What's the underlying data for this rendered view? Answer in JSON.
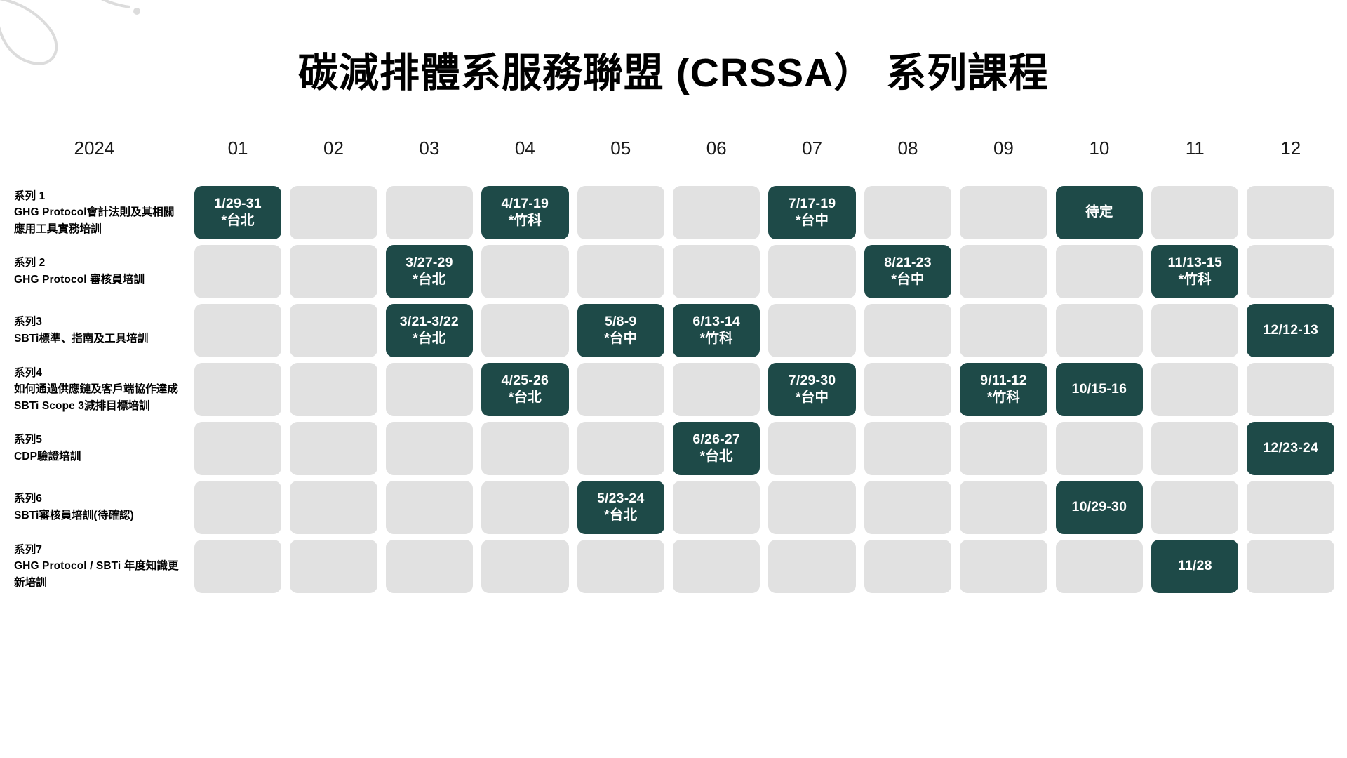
{
  "title": "碳減排體系服務聯盟 (CRSSA） 系列課程",
  "colors": {
    "accent": "#1e4a48",
    "empty_cell": "#e1e1e1",
    "background": "#ffffff",
    "text": "#000000"
  },
  "header": {
    "year_label": "2024",
    "months": [
      "01",
      "02",
      "03",
      "04",
      "05",
      "06",
      "07",
      "08",
      "09",
      "10",
      "11",
      "12"
    ]
  },
  "rows": [
    {
      "series": "系列 1",
      "desc": "GHG Protocol會計法則及其相關應用工具實務培訓",
      "cells": [
        {
          "filled": true,
          "line1": "1/29-31",
          "line2": "*台北"
        },
        {
          "filled": false,
          "line1": "",
          "line2": ""
        },
        {
          "filled": false,
          "line1": "",
          "line2": ""
        },
        {
          "filled": true,
          "line1": "4/17-19",
          "line2": "*竹科"
        },
        {
          "filled": false,
          "line1": "",
          "line2": ""
        },
        {
          "filled": false,
          "line1": "",
          "line2": ""
        },
        {
          "filled": true,
          "line1": "7/17-19",
          "line2": "*台中"
        },
        {
          "filled": false,
          "line1": "",
          "line2": ""
        },
        {
          "filled": false,
          "line1": "",
          "line2": ""
        },
        {
          "filled": true,
          "line1": "待定",
          "line2": ""
        },
        {
          "filled": false,
          "line1": "",
          "line2": ""
        },
        {
          "filled": false,
          "line1": "",
          "line2": ""
        }
      ]
    },
    {
      "series": "系列 2",
      "desc": "GHG Protocol 審核員培訓",
      "cells": [
        {
          "filled": false,
          "line1": "",
          "line2": ""
        },
        {
          "filled": false,
          "line1": "",
          "line2": ""
        },
        {
          "filled": true,
          "line1": "3/27-29",
          "line2": "*台北"
        },
        {
          "filled": false,
          "line1": "",
          "line2": ""
        },
        {
          "filled": false,
          "line1": "",
          "line2": ""
        },
        {
          "filled": false,
          "line1": "",
          "line2": ""
        },
        {
          "filled": false,
          "line1": "",
          "line2": ""
        },
        {
          "filled": true,
          "line1": "8/21-23",
          "line2": "*台中"
        },
        {
          "filled": false,
          "line1": "",
          "line2": ""
        },
        {
          "filled": false,
          "line1": "",
          "line2": ""
        },
        {
          "filled": true,
          "line1": "11/13-15",
          "line2": "*竹科"
        },
        {
          "filled": false,
          "line1": "",
          "line2": ""
        }
      ]
    },
    {
      "series": "系列3",
      "desc": "SBTi標準、指南及工具培訓",
      "cells": [
        {
          "filled": false,
          "line1": "",
          "line2": ""
        },
        {
          "filled": false,
          "line1": "",
          "line2": ""
        },
        {
          "filled": true,
          "line1": "3/21-3/22",
          "line2": "*台北"
        },
        {
          "filled": false,
          "line1": "",
          "line2": ""
        },
        {
          "filled": true,
          "line1": "5/8-9",
          "line2": "*台中"
        },
        {
          "filled": true,
          "line1": "6/13-14",
          "line2": "*竹科"
        },
        {
          "filled": false,
          "line1": "",
          "line2": ""
        },
        {
          "filled": false,
          "line1": "",
          "line2": ""
        },
        {
          "filled": false,
          "line1": "",
          "line2": ""
        },
        {
          "filled": false,
          "line1": "",
          "line2": ""
        },
        {
          "filled": false,
          "line1": "",
          "line2": ""
        },
        {
          "filled": true,
          "line1": "12/12-13",
          "line2": ""
        }
      ]
    },
    {
      "series": "系列4",
      "desc": "如何通過供應鏈及客戶端協作達成SBTi Scope 3減排目標培訓",
      "cells": [
        {
          "filled": false,
          "line1": "",
          "line2": ""
        },
        {
          "filled": false,
          "line1": "",
          "line2": ""
        },
        {
          "filled": false,
          "line1": "",
          "line2": ""
        },
        {
          "filled": true,
          "line1": "4/25-26",
          "line2": "*台北"
        },
        {
          "filled": false,
          "line1": "",
          "line2": ""
        },
        {
          "filled": false,
          "line1": "",
          "line2": ""
        },
        {
          "filled": true,
          "line1": "7/29-30",
          "line2": "*台中"
        },
        {
          "filled": false,
          "line1": "",
          "line2": ""
        },
        {
          "filled": true,
          "line1": "9/11-12",
          "line2": "*竹科"
        },
        {
          "filled": true,
          "line1": "10/15-16",
          "line2": ""
        },
        {
          "filled": false,
          "line1": "",
          "line2": ""
        },
        {
          "filled": false,
          "line1": "",
          "line2": ""
        }
      ]
    },
    {
      "series": "系列5",
      "desc": "CDP驗證培訓",
      "cells": [
        {
          "filled": false,
          "line1": "",
          "line2": ""
        },
        {
          "filled": false,
          "line1": "",
          "line2": ""
        },
        {
          "filled": false,
          "line1": "",
          "line2": ""
        },
        {
          "filled": false,
          "line1": "",
          "line2": ""
        },
        {
          "filled": false,
          "line1": "",
          "line2": ""
        },
        {
          "filled": true,
          "line1": "6/26-27",
          "line2": "*台北"
        },
        {
          "filled": false,
          "line1": "",
          "line2": ""
        },
        {
          "filled": false,
          "line1": "",
          "line2": ""
        },
        {
          "filled": false,
          "line1": "",
          "line2": ""
        },
        {
          "filled": false,
          "line1": "",
          "line2": ""
        },
        {
          "filled": false,
          "line1": "",
          "line2": ""
        },
        {
          "filled": true,
          "line1": "12/23-24",
          "line2": ""
        }
      ]
    },
    {
      "series": "系列6",
      "desc": "SBTi審核員培訓(待確認)",
      "cells": [
        {
          "filled": false,
          "line1": "",
          "line2": ""
        },
        {
          "filled": false,
          "line1": "",
          "line2": ""
        },
        {
          "filled": false,
          "line1": "",
          "line2": ""
        },
        {
          "filled": false,
          "line1": "",
          "line2": ""
        },
        {
          "filled": true,
          "line1": "5/23-24",
          "line2": "*台北"
        },
        {
          "filled": false,
          "line1": "",
          "line2": ""
        },
        {
          "filled": false,
          "line1": "",
          "line2": ""
        },
        {
          "filled": false,
          "line1": "",
          "line2": ""
        },
        {
          "filled": false,
          "line1": "",
          "line2": ""
        },
        {
          "filled": true,
          "line1": "10/29-30",
          "line2": ""
        },
        {
          "filled": false,
          "line1": "",
          "line2": ""
        },
        {
          "filled": false,
          "line1": "",
          "line2": ""
        }
      ]
    },
    {
      "series": "系列7",
      "desc": "GHG Protocol / SBTi 年度知識更新培訓",
      "cells": [
        {
          "filled": false,
          "line1": "",
          "line2": ""
        },
        {
          "filled": false,
          "line1": "",
          "line2": ""
        },
        {
          "filled": false,
          "line1": "",
          "line2": ""
        },
        {
          "filled": false,
          "line1": "",
          "line2": ""
        },
        {
          "filled": false,
          "line1": "",
          "line2": ""
        },
        {
          "filled": false,
          "line1": "",
          "line2": ""
        },
        {
          "filled": false,
          "line1": "",
          "line2": ""
        },
        {
          "filled": false,
          "line1": "",
          "line2": ""
        },
        {
          "filled": false,
          "line1": "",
          "line2": ""
        },
        {
          "filled": false,
          "line1": "",
          "line2": ""
        },
        {
          "filled": true,
          "line1": "11/28",
          "line2": ""
        },
        {
          "filled": false,
          "line1": "",
          "line2": ""
        }
      ]
    }
  ]
}
